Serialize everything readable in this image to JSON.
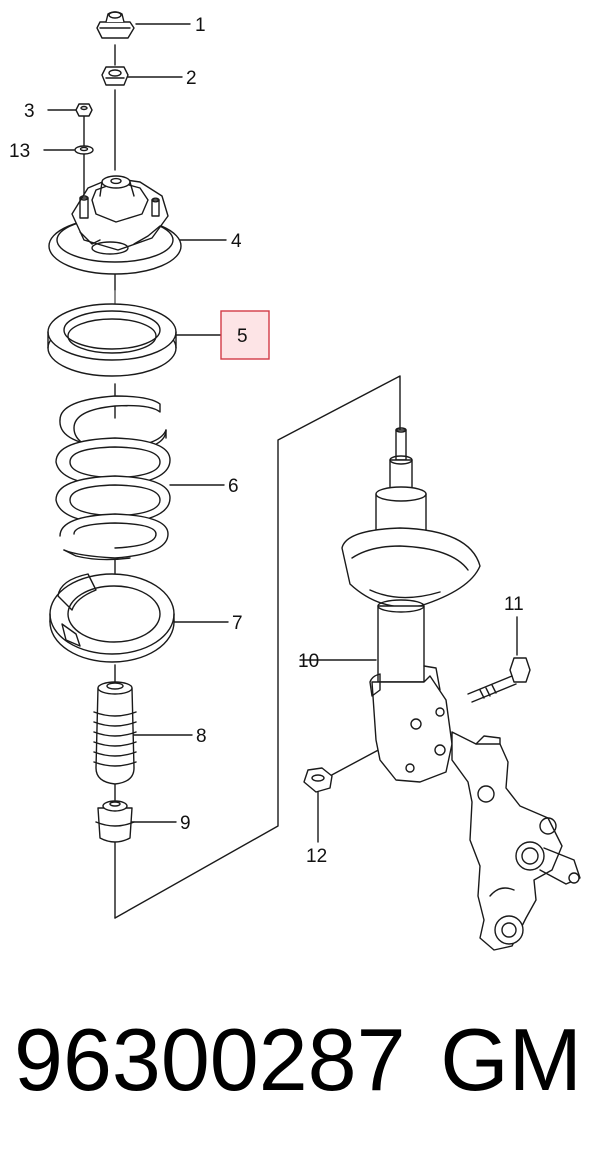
{
  "callouts": {
    "c1": "1",
    "c2": "2",
    "c3": "3",
    "c13": "13",
    "c4": "4",
    "c5": "5",
    "c6": "6",
    "c7": "7",
    "c8": "8",
    "c9": "9",
    "c10": "10",
    "c11": "11",
    "c12": "12"
  },
  "highlighted_callout": "5",
  "colors": {
    "line": "#1a1a1a",
    "highlight_fill": "#fde4e6",
    "highlight_border": "#d23a46",
    "text": "#111111"
  },
  "footer": {
    "part_number": "96300287",
    "brand": "GM"
  }
}
